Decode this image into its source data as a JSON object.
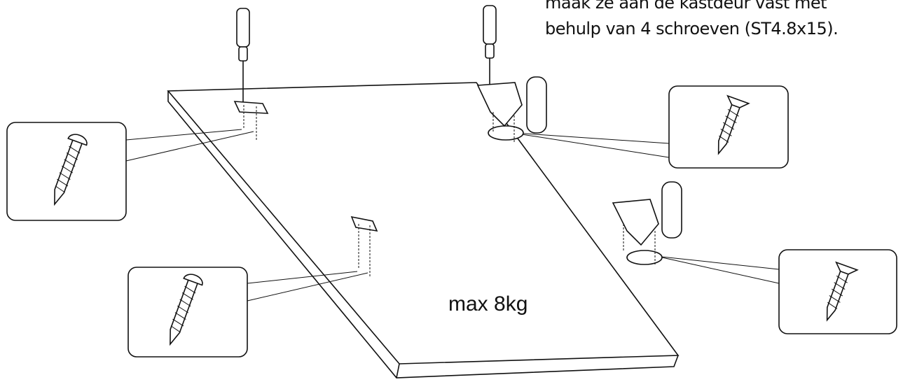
{
  "instruction": {
    "line1": "maak ze aan de kastdeur vast met",
    "line2": "behulp van 4 schroeven (ST4.8x15)."
  },
  "weight_label": "max 8kg",
  "icons": [
    "cabinet-door-panel",
    "hinge",
    "mounting-plate",
    "screwdriver",
    "pan-head-screw",
    "countersunk-screw"
  ]
}
